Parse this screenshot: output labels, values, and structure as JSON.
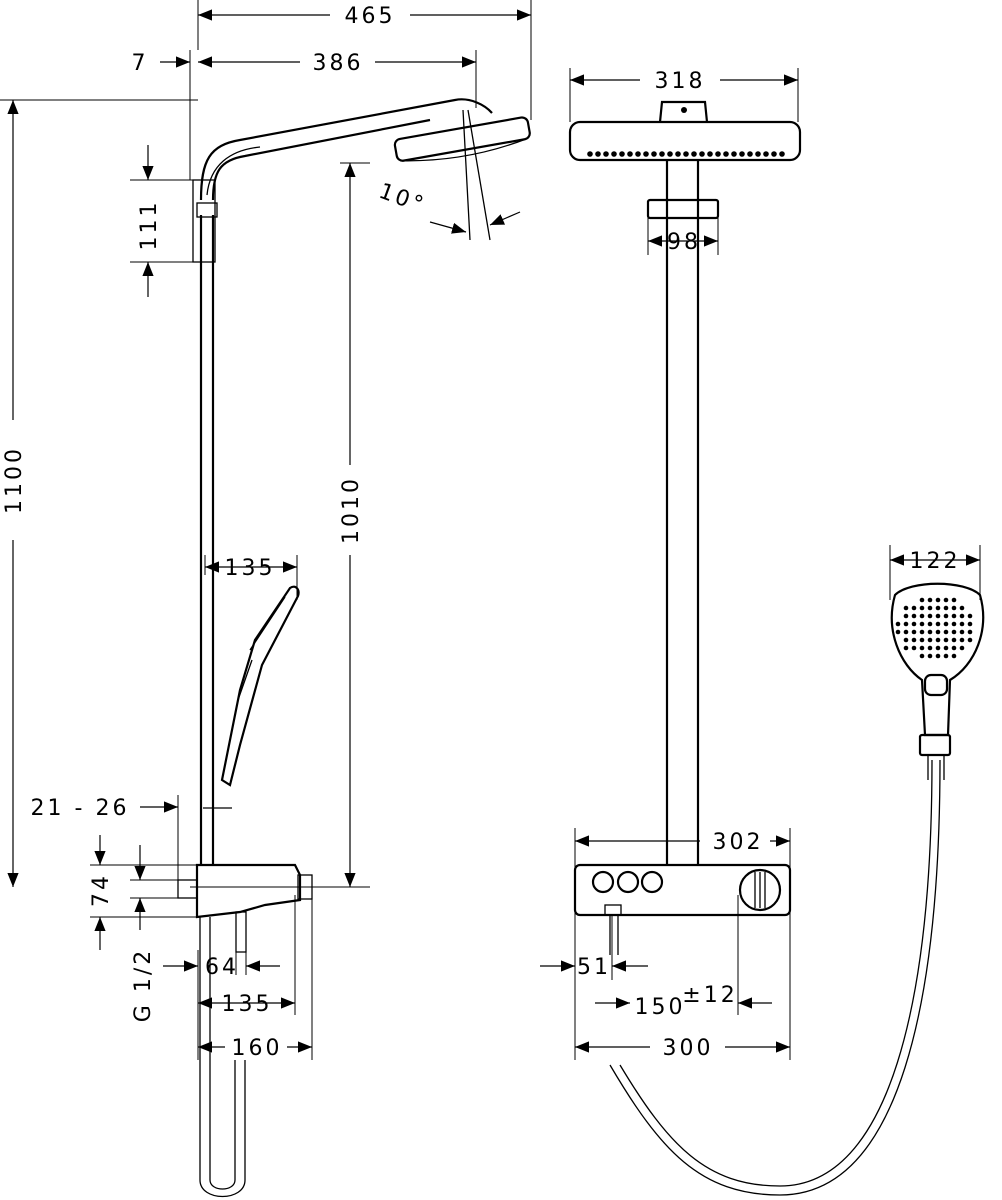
{
  "drawing": {
    "side_view": {
      "overall_width": "465",
      "wall_offset": "7",
      "arm_reach": "386",
      "total_height": "1100",
      "head_height": "1010",
      "bracket_height": "111",
      "head_tilt": "10°",
      "handshower_offset": "135",
      "wall_distance": "21 - 26",
      "connection_height": "74",
      "thread": "G 1/2",
      "outlet_offset": "64",
      "body_depth": "135",
      "body_total_depth": "160"
    },
    "front_view": {
      "head_width": "318",
      "pipe_collar": "98",
      "thermostat_width": "302",
      "inlet_offset": "51",
      "inlet_spacing": "150",
      "inlet_tolerance": "±12",
      "overall_width": "300"
    },
    "handshower_view": {
      "head_width": "122"
    }
  }
}
